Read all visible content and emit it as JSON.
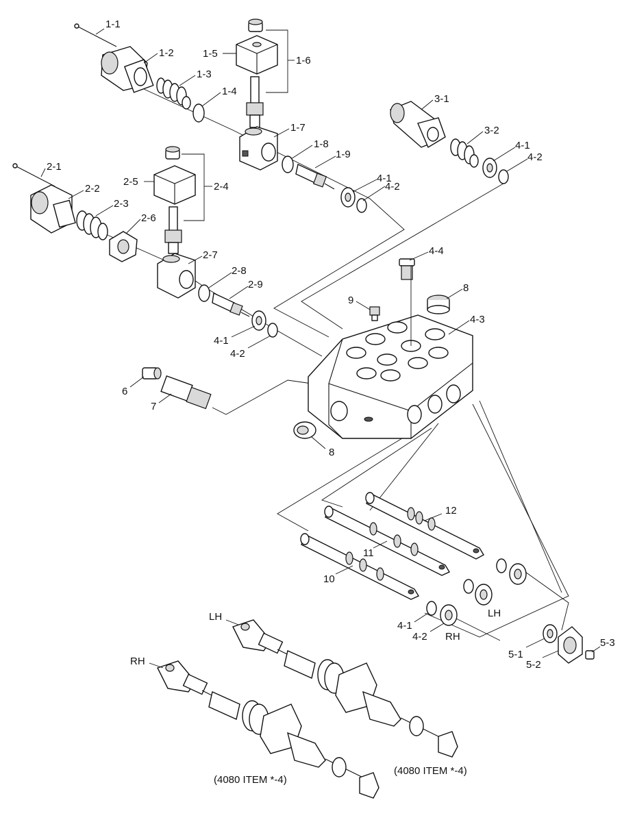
{
  "labels": {
    "l1_1": "1-1",
    "l1_2": "1-2",
    "l1_3": "1-3",
    "l1_4": "1-4",
    "l1_5": "1-5",
    "l1_6": "1-6",
    "l1_7": "1-7",
    "l1_8": "1-8",
    "l1_9": "1-9",
    "l2_1": "2-1",
    "l2_2": "2-2",
    "l2_3": "2-3",
    "l2_4": "2-4",
    "l2_5": "2-5",
    "l2_6": "2-6",
    "l2_7": "2-7",
    "l2_8": "2-8",
    "l2_9": "2-9",
    "l3_1": "3-1",
    "l3_2": "3-2",
    "l4_1a": "4-1",
    "l4_2a": "4-2",
    "l4_1b": "4-1",
    "l4_2b": "4-2",
    "l4_1c": "4-1",
    "l4_2c": "4-2",
    "l4_1d": "4-1",
    "l4_2d": "4-2",
    "l4_3": "4-3",
    "l4_4": "4-4",
    "l5_1": "5-1",
    "l5_2": "5-2",
    "l5_3": "5-3",
    "l6": "6",
    "l7": "7",
    "l8a": "8",
    "l8b": "8",
    "l9": "9",
    "l10": "10",
    "l11": "11",
    "l12": "12",
    "lh_seal": "LH",
    "rh_seal": "RH",
    "lh_assy": "LH",
    "rh_assy": "RH",
    "note_lh": "(4080 ITEM *-4)",
    "note_rh": "(4080 ITEM *-4)"
  }
}
